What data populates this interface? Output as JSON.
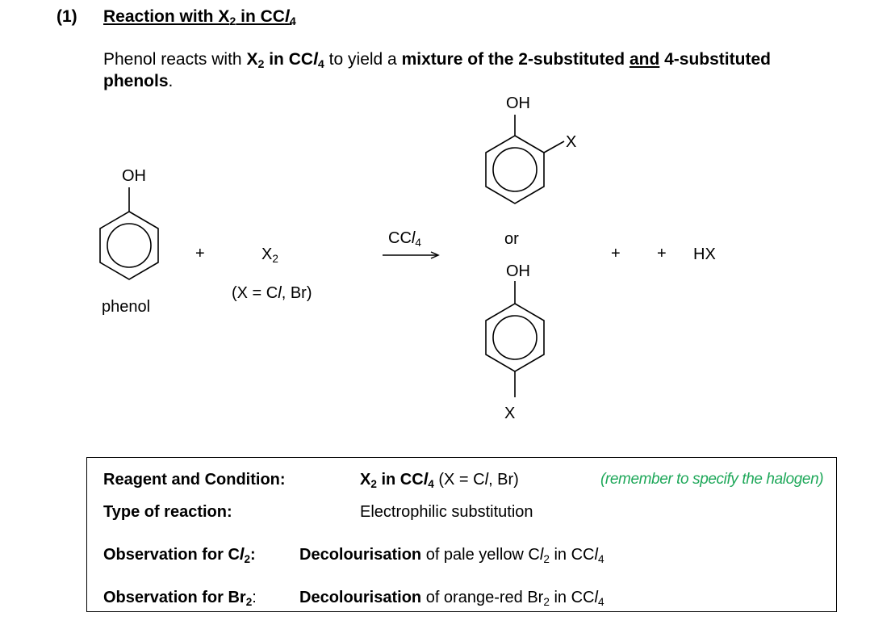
{
  "section": {
    "number": "(1)",
    "title_a": "Reaction with X",
    "title_b": "2",
    "title_c": " in CC",
    "title_d": "l",
    "title_e": "4"
  },
  "intro": {
    "p1": "Phenol reacts with ",
    "p2": "X",
    "p3": "2",
    "p4": " in CC",
    "p5": "l",
    "p6": "4",
    "p7": " to yield a ",
    "p8": "mixture of the 2-substituted ",
    "p9": "and",
    "p10": " 4-substituted",
    "p11": "phenols",
    "p12": "."
  },
  "equation": {
    "reactant_oh": "OH",
    "reactant_name": "phenol",
    "plus1": "+",
    "x2_a": "X",
    "x2_b": "2",
    "cond_a": "(X = C",
    "cond_b": "l",
    "cond_c": ", Br)",
    "arrow_a": "CC",
    "arrow_b": "l",
    "arrow_c": "4",
    "prod1_oh": "OH",
    "prod1_x": "X",
    "or": "or",
    "prod2_oh": "OH",
    "prod2_x": "X",
    "plus2": "+",
    "plus3": "+",
    "hx": "HX"
  },
  "summary": {
    "reagent_label": "Reagent and Condition:",
    "reagent_a": "X",
    "reagent_b": "2",
    "reagent_c": " in CC",
    "reagent_d": "l",
    "reagent_e": "4",
    "reagent_f": " (X = C",
    "reagent_g": "l",
    "reagent_h": ", Br)",
    "remember": "(remember to specify the halogen)",
    "type_label": "Type of reaction:",
    "type_value": "Electrophilic substitution",
    "obs_cl_label_a": "Observation for C",
    "obs_cl_label_b": "l",
    "obs_cl_label_c": "2",
    "obs_cl_label_d": ":",
    "obs_cl_a": "Decolourisation",
    "obs_cl_b": " of pale yellow C",
    "obs_cl_c": "l",
    "obs_cl_d": "2",
    "obs_cl_e": " in CC",
    "obs_cl_f": "l",
    "obs_cl_g": "4",
    "obs_br_label_a": "Observation for Br",
    "obs_br_label_b": "2",
    "obs_br_label_c": ":",
    "obs_br_a": "Decolourisation",
    "obs_br_b": " of orange-red Br",
    "obs_br_c": "2",
    "obs_br_d": " in CC",
    "obs_br_e": "l",
    "obs_br_f": "4"
  },
  "colors": {
    "note_green": "#1fa85a"
  }
}
